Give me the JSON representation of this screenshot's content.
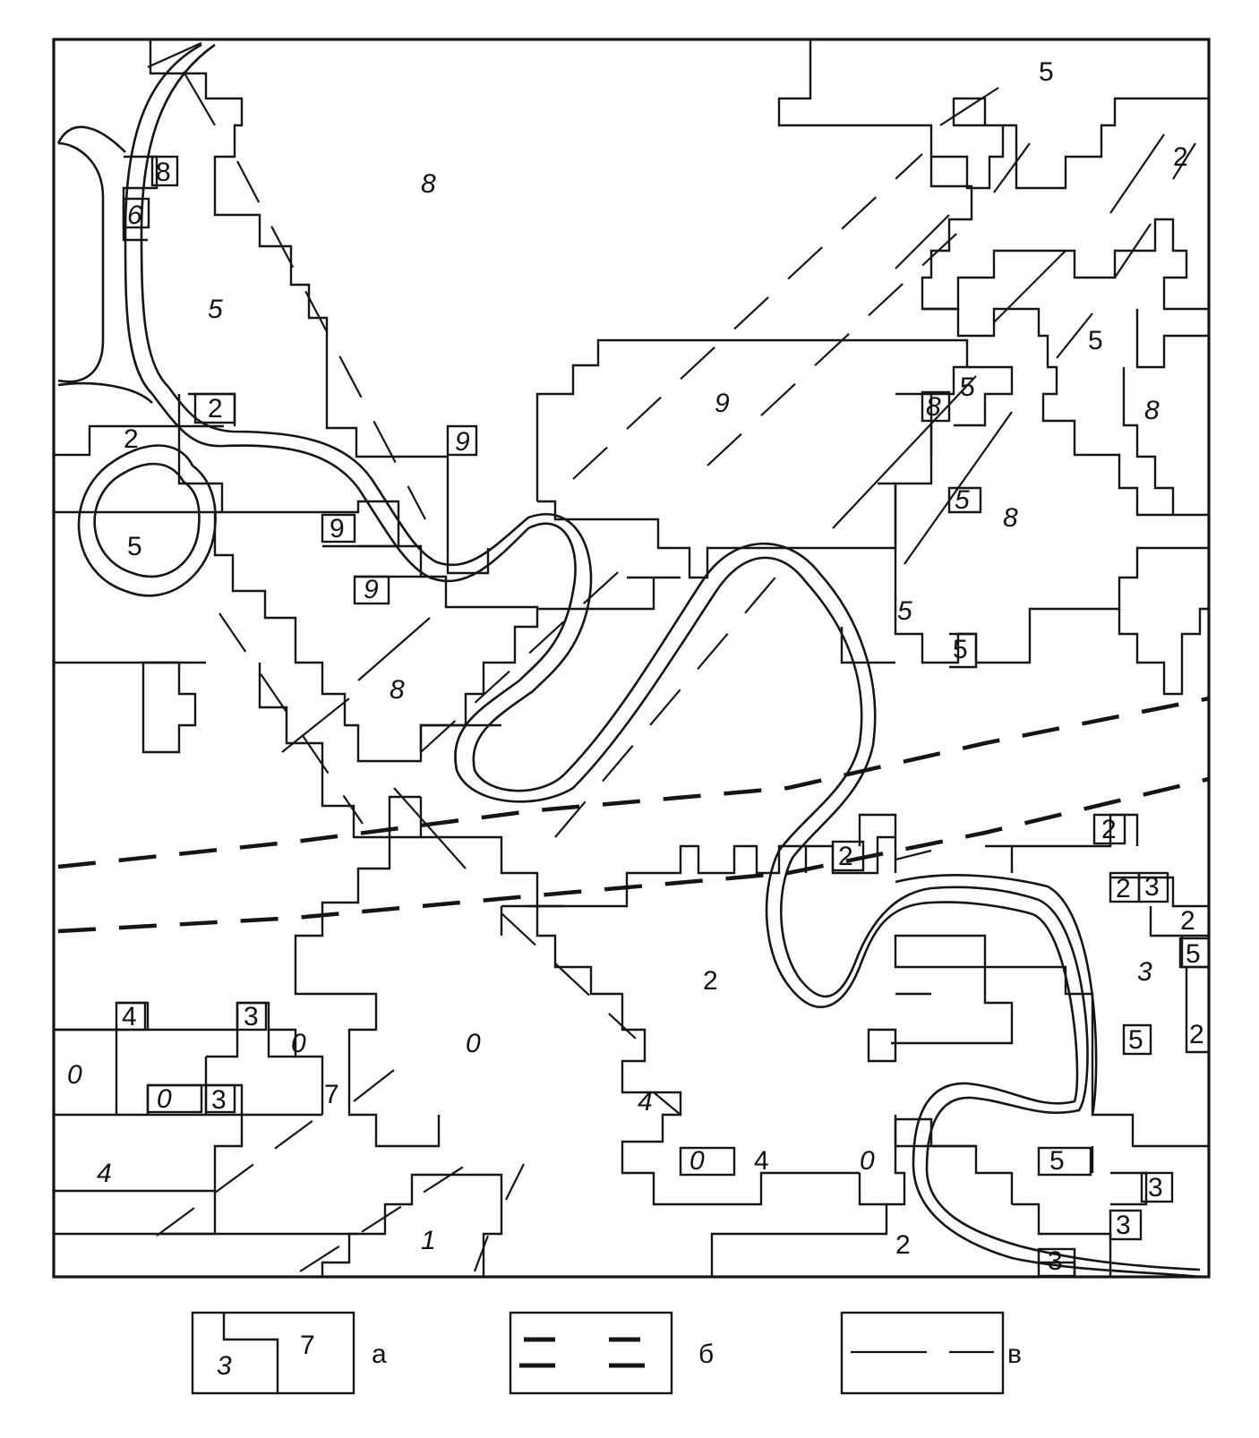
{
  "map": {
    "zone_labels": [
      {
        "id": "z-top-5",
        "text": "5"
      },
      {
        "id": "z-top-2",
        "text": "2"
      },
      {
        "id": "z-8-upper",
        "text": "8"
      },
      {
        "id": "z-8-small",
        "text": "8"
      },
      {
        "id": "z-6-small",
        "text": "6"
      },
      {
        "id": "z-5-left",
        "text": "5"
      },
      {
        "id": "z-2-box",
        "text": "2"
      },
      {
        "id": "z-2-left",
        "text": "2"
      },
      {
        "id": "z-5-loop",
        "text": "5"
      },
      {
        "id": "z-9-box-a",
        "text": "9"
      },
      {
        "id": "z-9-center",
        "text": "9"
      },
      {
        "id": "z-9-box-b",
        "text": "9"
      },
      {
        "id": "z-9-box-c",
        "text": "9"
      },
      {
        "id": "z-8-mid",
        "text": "8"
      },
      {
        "id": "z-5-right-a",
        "text": "5"
      },
      {
        "id": "z-8-right-a",
        "text": "8"
      },
      {
        "id": "z-5-right-b",
        "text": "5"
      },
      {
        "id": "z-8-right-b",
        "text": "8"
      },
      {
        "id": "z-5-right-c",
        "text": "5"
      },
      {
        "id": "z-8-right-c",
        "text": "8"
      },
      {
        "id": "z-5-right-d",
        "text": "5"
      },
      {
        "id": "z-5-right-e",
        "text": "5"
      },
      {
        "id": "z-2-center",
        "text": "2"
      },
      {
        "id": "z-2-box-r",
        "text": "2"
      },
      {
        "id": "z-2-box-r2",
        "text": "2"
      },
      {
        "id": "z-2-box-r3",
        "text": "2"
      },
      {
        "id": "z-3-box-r",
        "text": "3"
      },
      {
        "id": "z-2-r4",
        "text": "2"
      },
      {
        "id": "z-5-box-r2",
        "text": "5"
      },
      {
        "id": "z-3-r",
        "text": "3"
      },
      {
        "id": "z-5-box-r3",
        "text": "5"
      },
      {
        "id": "z-2-r5",
        "text": "2"
      },
      {
        "id": "z-4-box",
        "text": "4"
      },
      {
        "id": "z-3-box-a",
        "text": "3"
      },
      {
        "id": "z-0-a",
        "text": "0"
      },
      {
        "id": "z-0-center",
        "text": "0"
      },
      {
        "id": "z-0-left",
        "text": "0"
      },
      {
        "id": "z-0-box",
        "text": "0"
      },
      {
        "id": "z-3-box-b",
        "text": "3"
      },
      {
        "id": "z-7",
        "text": "7"
      },
      {
        "id": "z-4-lower",
        "text": "4"
      },
      {
        "id": "z-4-mid",
        "text": "4"
      },
      {
        "id": "z-0-box-2",
        "text": "0"
      },
      {
        "id": "z-4-b",
        "text": "4"
      },
      {
        "id": "z-0-c",
        "text": "0"
      },
      {
        "id": "z-5-box-b",
        "text": "5"
      },
      {
        "id": "z-3-box-c",
        "text": "3"
      },
      {
        "id": "z-3-box-d",
        "text": "3"
      },
      {
        "id": "z-3-box-e",
        "text": "3"
      },
      {
        "id": "z-1",
        "text": "1"
      },
      {
        "id": "z-2-bottom",
        "text": "2"
      }
    ]
  },
  "legend": {
    "a": {
      "sample_left": "3",
      "sample_right": "7",
      "letter": "а"
    },
    "b": {
      "letter": "б"
    },
    "v": {
      "letter": "в"
    }
  }
}
